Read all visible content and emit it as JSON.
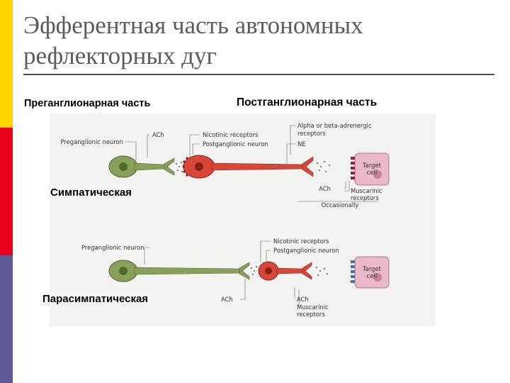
{
  "slide": {
    "title_line1": "Эфферентная часть автономных",
    "title_line2": "рефлекторных дуг",
    "sub_pre": "Преганглионарная часть",
    "sub_post": "Постганглионарная  часть",
    "sympathetic": "Симпатическая",
    "parasympathetic": "Парасимпатическая"
  },
  "figure": {
    "sym": {
      "ach": "ACh",
      "preganglionic": "Preganglionic neuron",
      "nicotinic": "Nicotinic receptors",
      "postganglionic": "Postganglionic neuron",
      "alpha1": "Alpha or beta-adrenergic",
      "alpha2": "receptors",
      "ne": "NE",
      "target1": "Target",
      "target2": "cell",
      "ach2": "ACh",
      "musc1": "Muscarinic",
      "musc2": "receptors",
      "occasionally": "Occasionally"
    },
    "para": {
      "nicotinic": "Nicotinic receptors",
      "postganglionic": "Postganglionic neuron",
      "preganglionic": "Preganglionic neuron",
      "target1": "Target",
      "target2": "cell",
      "ach": "ACh",
      "ach2": "ACh",
      "musc1": "Muscarinic",
      "musc2": "receptors"
    }
  },
  "colors": {
    "preganglionic": "#8aa05a",
    "postganglionic": "#d8463a",
    "target": "#eab8c8",
    "sym_receptor": "#9a1f3e",
    "para_receptor": "#4a6fa8"
  }
}
